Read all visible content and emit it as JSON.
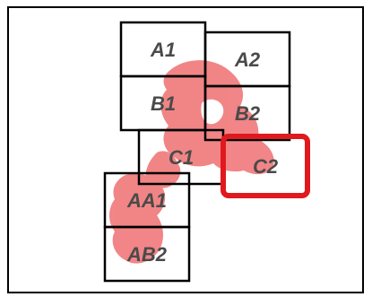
{
  "diagram": {
    "colors": {
      "border": "#000000",
      "region": "#f0787a",
      "highlight": "#e0191f",
      "label": "#4a4a4a"
    },
    "cells": [
      {
        "id": "A1",
        "label": "A1"
      },
      {
        "id": "A2",
        "label": "A2"
      },
      {
        "id": "B1",
        "label": "B1"
      },
      {
        "id": "B2",
        "label": "B2"
      },
      {
        "id": "C1",
        "label": "C1"
      },
      {
        "id": "C2",
        "label": "C2"
      },
      {
        "id": "AA1",
        "label": "AA1"
      },
      {
        "id": "AB2",
        "label": "AB2"
      }
    ],
    "highlighted_cell": "C2"
  }
}
